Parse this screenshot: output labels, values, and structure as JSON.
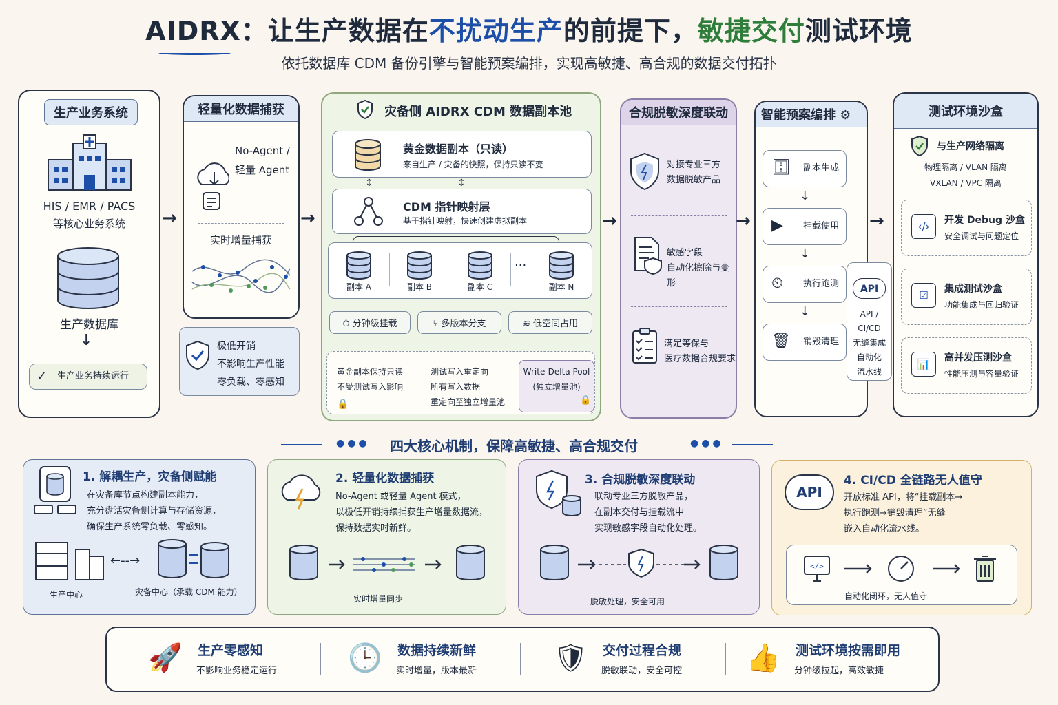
{
  "title": {
    "prefix": "AIDRX：让生产数据在",
    "blue": "不扰动生产",
    "mid": "的前提下，",
    "green": "敏捷交付",
    "suffix": "测试环境"
  },
  "subtitle": "依托数据库 CDM 备份引擎与智能预案编排，实现高敏捷、高合规的数据交付拓扑",
  "col1": {
    "header": "生产业务系统",
    "sys": "HIS / EMR / PACS",
    "sys2": "等核心业务系统",
    "db": "生产数据库",
    "status": "生产业务持续运行"
  },
  "col2": {
    "header": "轻量化数据捕获",
    "agent1": "No-Agent /",
    "agent2": "轻量 Agent",
    "capture": "实时增量捕获",
    "note1": "极低开销",
    "note2": "不影响生产性能",
    "note3": "零负载、零感知"
  },
  "col3": {
    "header": "灾备侧 AIDRX CDM 数据副本池",
    "golden_title": "黄金数据副本（只读）",
    "golden_desc": "来自生产 / 灾备的快照，保持只读不变",
    "ptr_title": "CDM 指针映射层",
    "ptr_desc": "基于指针映射，快速创建虚拟副本",
    "copies": [
      "副本 A",
      "副本 B",
      "副本 C",
      "副本 N"
    ],
    "dots": "···",
    "feat": [
      "分钟级挂载",
      "多版本分支",
      "低空间占用"
    ],
    "iso1a": "黄金副本保持只读",
    "iso1b": "不受测试写入影响",
    "iso2a": "测试写入重定向",
    "iso2b": "所有写入数据",
    "iso2c": "重定向至独立增量池",
    "pool1": "Write-Delta Pool",
    "pool2": "(独立增量池)"
  },
  "col4": {
    "header": "合规脱敏深度联动",
    "i1a": "对接专业三方",
    "i1b": "数据脱敏产品",
    "i2a": "敏感字段",
    "i2b": "自动化擦除与变形",
    "i3a": "满足等保与",
    "i3b": "医疗数据合规要求"
  },
  "col5": {
    "header": "智能预案编排",
    "steps": [
      "副本生成",
      "挂载使用",
      "执行跑测",
      "销毁清理"
    ],
    "api_icon": "API",
    "api": [
      "API /",
      "CI/CD",
      "无缝集成",
      "自动化",
      "流水线"
    ]
  },
  "col6": {
    "header": "测试环境沙盒",
    "iso_title": "与生产网络隔离",
    "iso_a": "物理隔离 / VLAN 隔离",
    "iso_b": "VXLAN / VPC 隔离",
    "s1t": "开发 Debug 沙盒",
    "s1d": "安全调试与问题定位",
    "s2t": "集成测试沙盒",
    "s2d": "功能集成与回归验证",
    "s3t": "高并发压测沙盒",
    "s3d": "性能压测与容量验证"
  },
  "mech_title": "四大核心机制，保障高敏捷、高合规交付",
  "m1": {
    "title": "1. 解耦生产，灾备侧赋能",
    "d1": "在灾备库节点构建副本能力，",
    "d2": "充分盘活灾备侧计算与存储资源，",
    "d3": "确保生产系统零负载、零感知。",
    "l1": "生产中心",
    "l2": "灾备中心（承载 CDM 能力）"
  },
  "m2": {
    "title": "2. 轻量化数据捕获",
    "d1": "No-Agent 或轻量 Agent 模式，",
    "d2": "以极低开销持续捕获生产增量数据流，",
    "d3": "保持数据实时新鲜。",
    "l1": "实时增量同步"
  },
  "m3": {
    "title": "3. 合规脱敏深度联动",
    "d1": "联动专业三方脱敏产品，",
    "d2": "在副本交付与挂载流中",
    "d3": "实现敏感字段自动化处理。",
    "l1": "脱敏处理，安全可用"
  },
  "m4": {
    "title": "4. CI/CD 全链路无人值守",
    "d1": "开放标准 API，将“挂载副本→",
    "d2": "执行跑测→销毁清理”无缝",
    "d3": "嵌入自动化流水线。",
    "api_icon": "API",
    "l1": "自动化闭环，无人值守"
  },
  "benefits": [
    {
      "t": "生产零感知",
      "d": "不影响业务稳定运行"
    },
    {
      "t": "数据持续新鲜",
      "d": "实时增量，版本最新"
    },
    {
      "t": "交付过程合规",
      "d": "脱敏联动，安全可控"
    },
    {
      "t": "测试环境按需即用",
      "d": "分钟级拉起，高效敏捷"
    }
  ],
  "colors": {
    "blue": "#1d4fa8",
    "green": "#2f7d3b",
    "header_bg": "#dfe8f5",
    "col3_bg": "#eef4e6",
    "col4_bg": "#ede8f2"
  }
}
